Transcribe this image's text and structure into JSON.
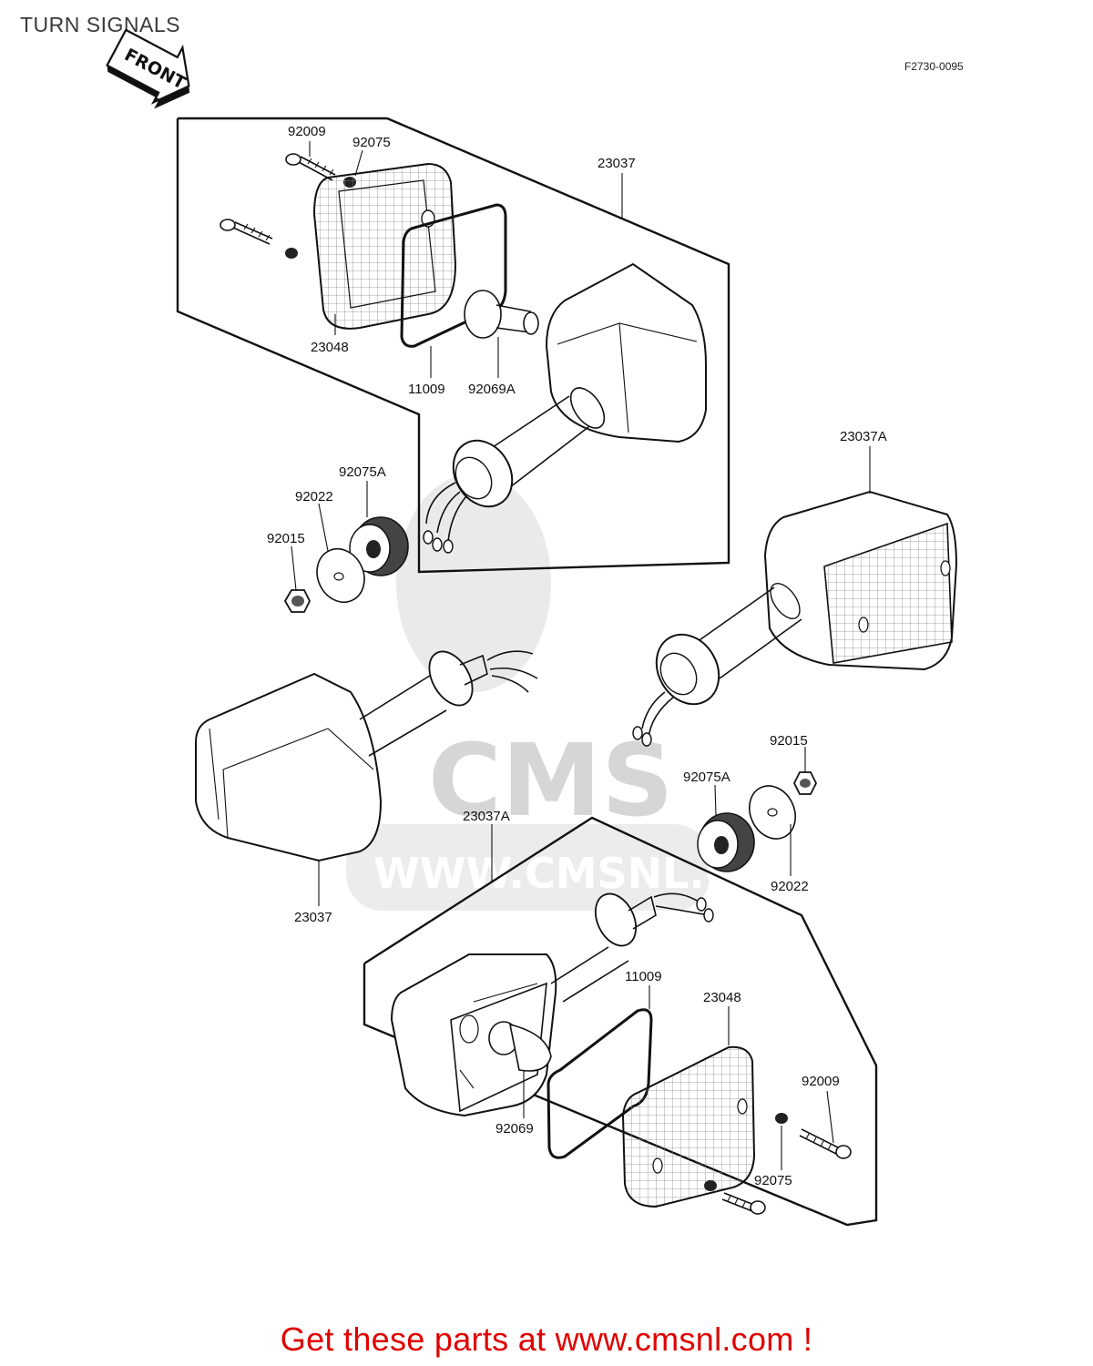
{
  "header": {
    "title": "TURN SIGNALS",
    "drawing_code": "F2730-0095",
    "front_arrow_label": "FRONT"
  },
  "watermark": {
    "brand": "CMS",
    "url": "WWW.CMSNL.CO"
  },
  "part_labels": {
    "p92009_top": "92009",
    "p92075_top": "92075",
    "p23037_top": "23037",
    "p23048_top": "23048",
    "p11009_top": "11009",
    "p92069A": "92069A",
    "p23037A_right": "23037A",
    "p92075A_left": "92075A",
    "p92022_left": "92022",
    "p92015_left": "92015",
    "p23037_bottom": "23037",
    "p23037A_bottom": "23037A",
    "p92015_right": "92015",
    "p92075A_right": "92075A",
    "p92022_right": "92022",
    "p11009_bottom": "11009",
    "p23048_bottom": "23048",
    "p92009_bottom": "92009",
    "p92069": "92069",
    "p92075_bottom": "92075"
  },
  "footer": {
    "promo_text": "Get these parts at www.cmsnl.com !"
  }
}
